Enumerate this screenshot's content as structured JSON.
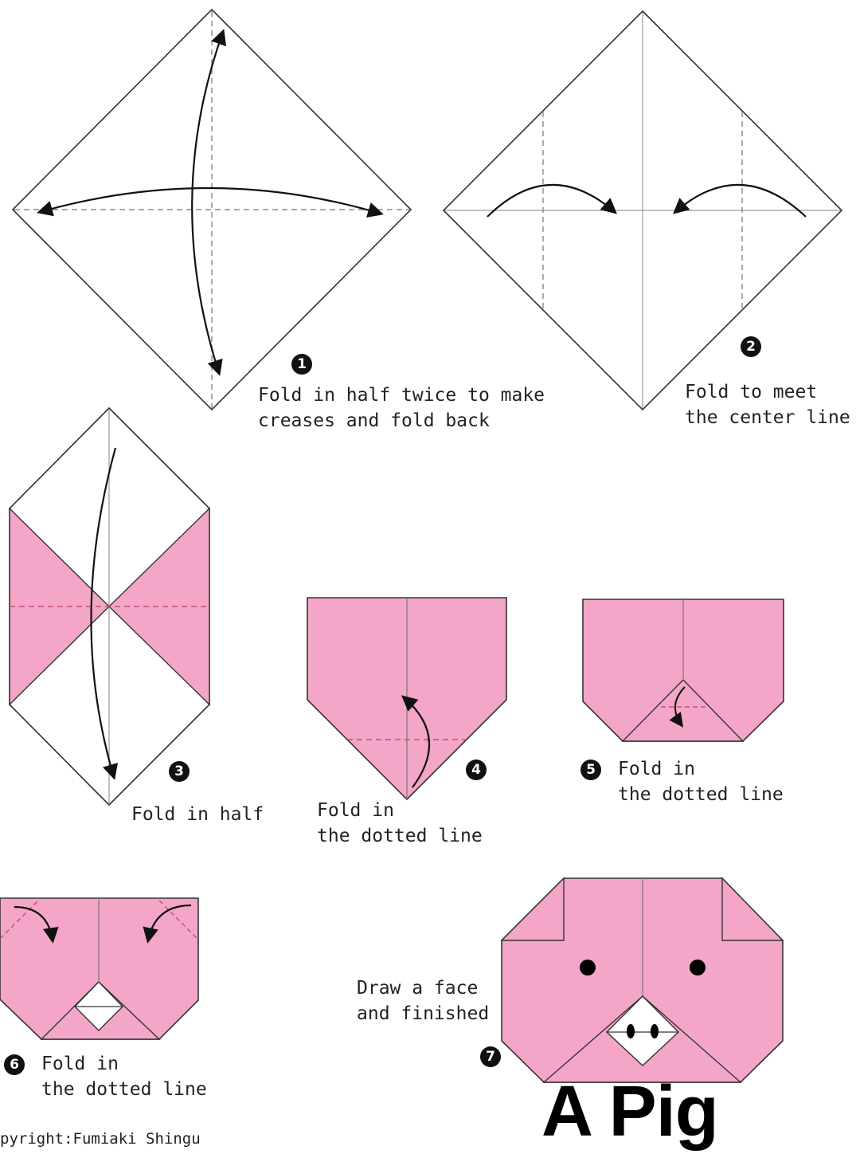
{
  "title": "A Pig",
  "copyright": "pyright:Fumiaki Shingu",
  "steps": [
    {
      "num": "1",
      "line1": "Fold in half twice to make",
      "line2": "creases and fold back"
    },
    {
      "num": "2",
      "line1": "Fold to meet",
      "line2": "the center line"
    },
    {
      "num": "3",
      "line1": "Fold in half",
      "line2": ""
    },
    {
      "num": "4",
      "line1": "Fold in",
      "line2": "the dotted line"
    },
    {
      "num": "5",
      "line1": "Fold in",
      "line2": "the dotted line"
    },
    {
      "num": "6",
      "line1": "Fold in",
      "line2": "the dotted line"
    },
    {
      "num": "7",
      "line1": "Draw a face",
      "line2": "and finished"
    }
  ],
  "colors": {
    "paper_pink": "#f4a6c8",
    "outline": "#333333",
    "crease": "#888888",
    "fold_line": "#c0506e"
  }
}
